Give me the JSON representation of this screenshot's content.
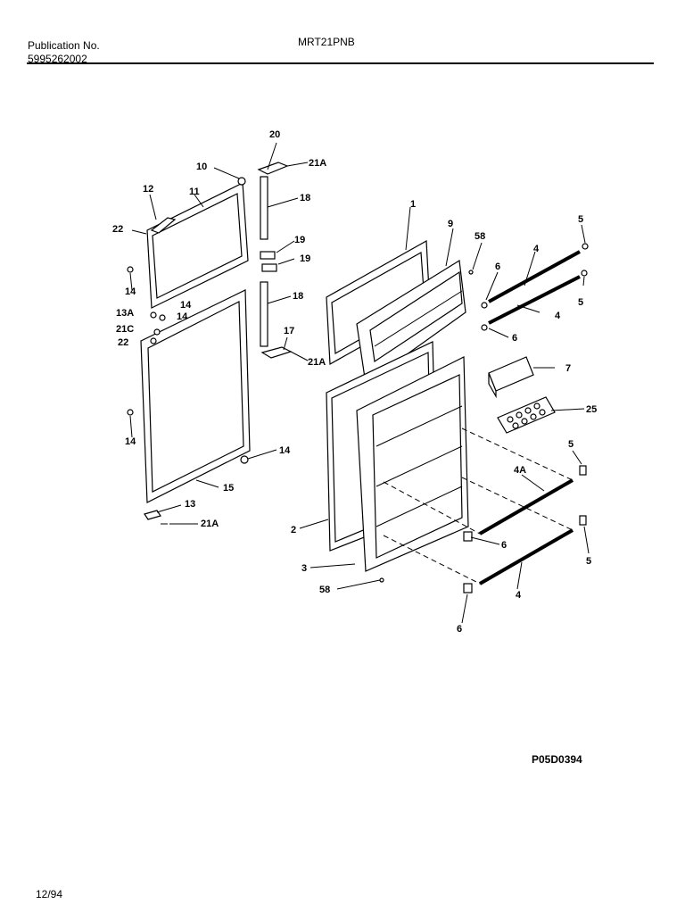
{
  "header": {
    "publication_label": "Publication No.",
    "publication_number": "5995262002",
    "model": "MRT21PNB"
  },
  "diagram_code": "P05D0394",
  "footer_date": "12/94",
  "callouts": {
    "c1": "1",
    "c2": "2",
    "c3": "3",
    "c4a": "4",
    "c4b": "4",
    "c4c": "4",
    "c4A": "4A",
    "c5a": "5",
    "c5b": "5",
    "c5c": "5",
    "c5d": "5",
    "c6a": "6",
    "c6b": "6",
    "c6c": "6",
    "c6d": "6",
    "c7": "7",
    "c9": "9",
    "c10": "10",
    "c11": "11",
    "c12": "12",
    "c13": "13",
    "c13A": "13A",
    "c14a": "14",
    "c14b": "14",
    "c14c": "14",
    "c14d": "14",
    "c14e": "14",
    "c15": "15",
    "c17": "17",
    "c18a": "18",
    "c18b": "18",
    "c19a": "19",
    "c19b": "19",
    "c20": "20",
    "c21Aa": "21A",
    "c21Ab": "21A",
    "c21Ac": "21A",
    "c21C": "21C",
    "c22a": "22",
    "c22b": "22",
    "c25": "25",
    "c58a": "58",
    "c58b": "58"
  }
}
